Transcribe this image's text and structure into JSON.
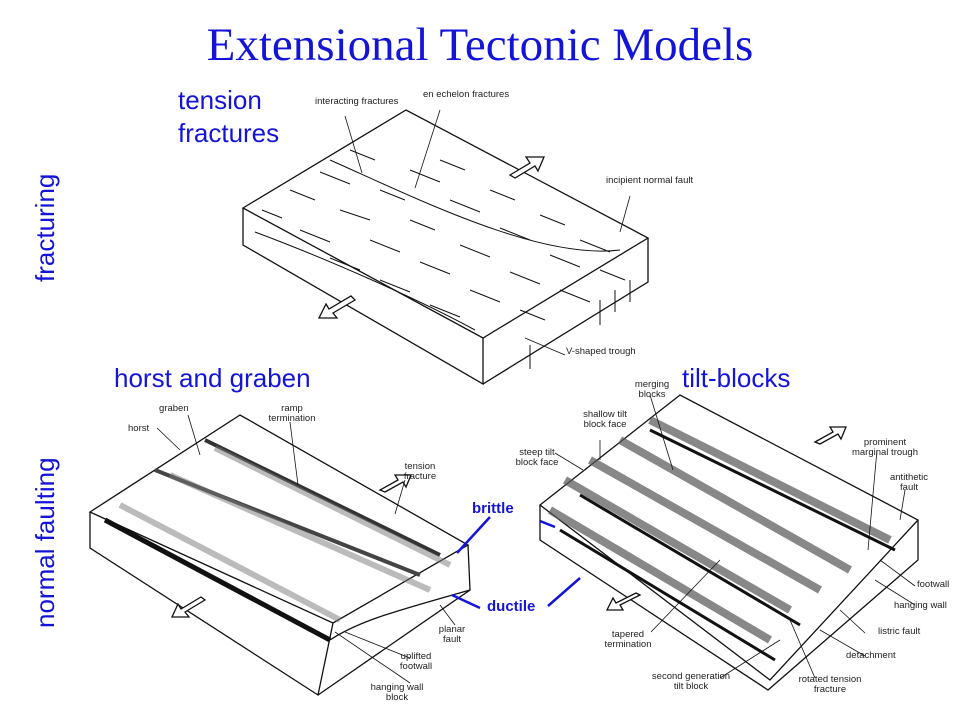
{
  "title": "Extensional Tectonic Models",
  "side_labels": {
    "fracturing": "fracturing",
    "normal_faulting": "normal faulting"
  },
  "panels": {
    "tension": {
      "heading_line1": "tension",
      "heading_line2": "fractures",
      "labels": [
        "interacting fractures",
        "en echelon fractures",
        "incipient normal fault",
        "V-shaped trough"
      ]
    },
    "horst": {
      "heading": "horst and graben",
      "labels": [
        "graben",
        "horst",
        "ramp termination",
        "tension fracture",
        "planar fault",
        "uplifted footwall",
        "hanging wall block"
      ]
    },
    "tilt": {
      "heading": "tilt-blocks",
      "labels": [
        "merging blocks",
        "shallow tilt block face",
        "steep tilt block face",
        "prominent marginal trough",
        "antithetic fault",
        "footwall",
        "hanging wall",
        "listric fault",
        "detachment",
        "tapered termination",
        "second generation tilt block",
        "rotated tension fracture"
      ]
    }
  },
  "annotations": {
    "brittle": "brittle",
    "ductile": "ductile"
  },
  "colors": {
    "accent": "#1414d8"
  }
}
